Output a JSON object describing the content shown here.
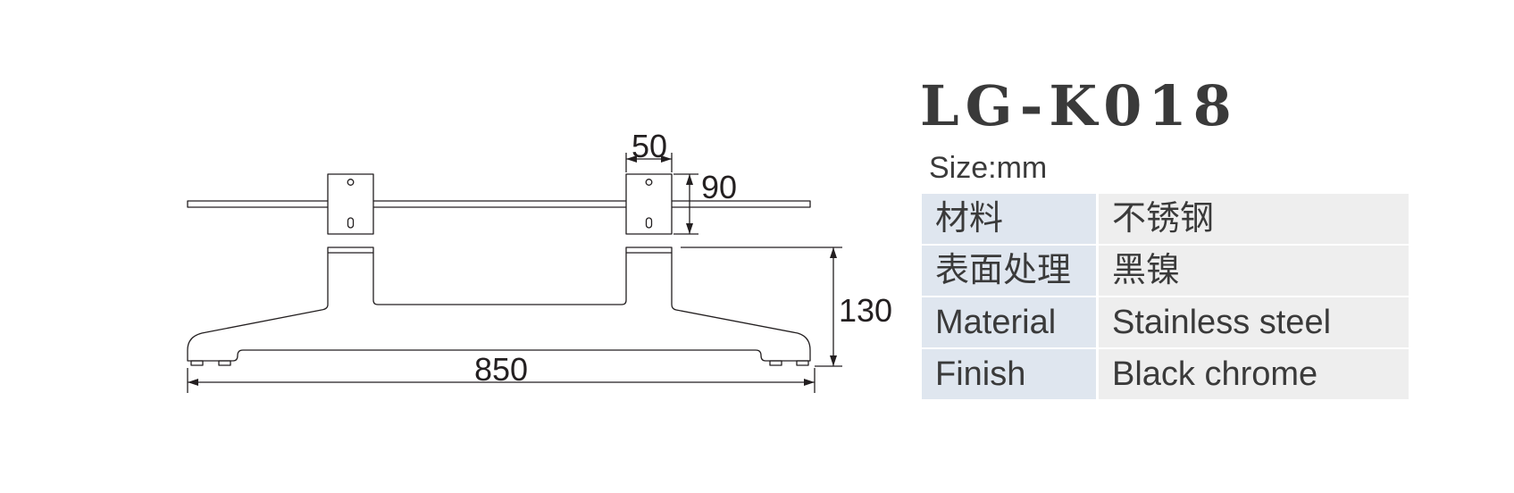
{
  "product": {
    "model": "LG-K018",
    "size_unit": "Size:mm"
  },
  "dimensions": {
    "bracket_width": "50",
    "bracket_height": "90",
    "stand_height": "130",
    "total_width": "850"
  },
  "spec_table": {
    "rows": [
      {
        "key": "材料",
        "value": "不锈钢"
      },
      {
        "key": "表面处理",
        "value": "黑镍"
      },
      {
        "key": "Material",
        "value": "Stainless steel"
      },
      {
        "key": "Finish",
        "value": "Black chrome"
      }
    ]
  },
  "colors": {
    "line": "#231f20",
    "text": "#3a3a3a",
    "key_cell": "#dfe6ef",
    "value_cell": "#eeeeee"
  }
}
